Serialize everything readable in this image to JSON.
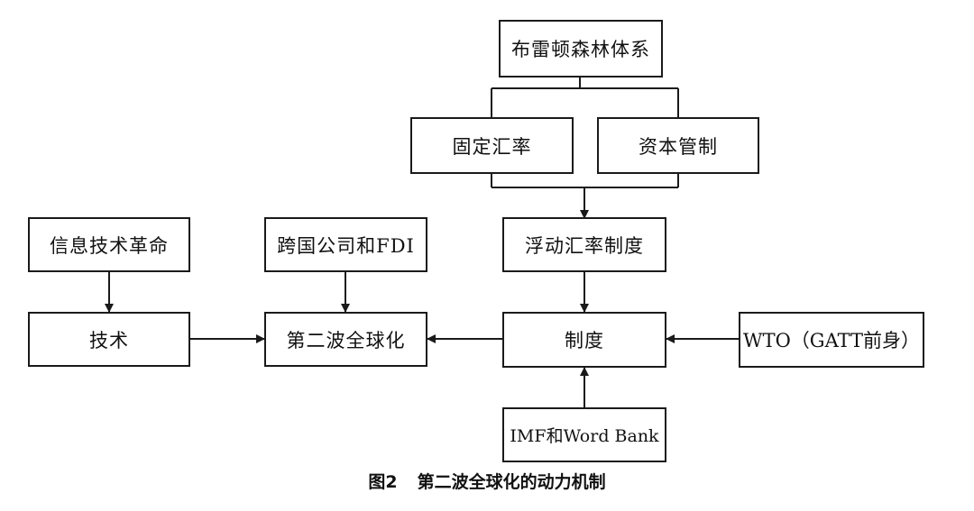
{
  "diagram": {
    "nodes": {
      "bretton_woods": "布雷顿森林体系",
      "fixed_rate": "固定汇率",
      "capital_control": "资本管制",
      "floating_rate": "浮动汇率制度",
      "info_revolution": "信息技术革命",
      "multinational_fdi": "跨国公司和FDI",
      "technology": "技术",
      "second_wave": "第二波全球化",
      "institution": "制度",
      "wto": "WTO（GATT前身）",
      "imf_wb": "IMF和Word Bank"
    },
    "edges": [
      {
        "from": "bretton_woods",
        "to": "fixed_rate",
        "relation": "branches"
      },
      {
        "from": "bretton_woods",
        "to": "capital_control",
        "relation": "branches"
      },
      {
        "from": "fixed_rate",
        "to": "floating_rate",
        "relation": "merge-arrow"
      },
      {
        "from": "capital_control",
        "to": "floating_rate",
        "relation": "merge-arrow"
      },
      {
        "from": "floating_rate",
        "to": "institution",
        "relation": "arrow"
      },
      {
        "from": "info_revolution",
        "to": "technology",
        "relation": "arrow"
      },
      {
        "from": "multinational_fdi",
        "to": "second_wave",
        "relation": "arrow"
      },
      {
        "from": "technology",
        "to": "second_wave",
        "relation": "arrow"
      },
      {
        "from": "institution",
        "to": "second_wave",
        "relation": "arrow"
      },
      {
        "from": "wto",
        "to": "institution",
        "relation": "arrow"
      },
      {
        "from": "imf_wb",
        "to": "institution",
        "relation": "arrow"
      }
    ]
  },
  "caption": {
    "number": "图2",
    "title": "第二波全球化的动力机制"
  },
  "colors": {
    "line": "#1a1a1a",
    "background": "#ffffff"
  }
}
